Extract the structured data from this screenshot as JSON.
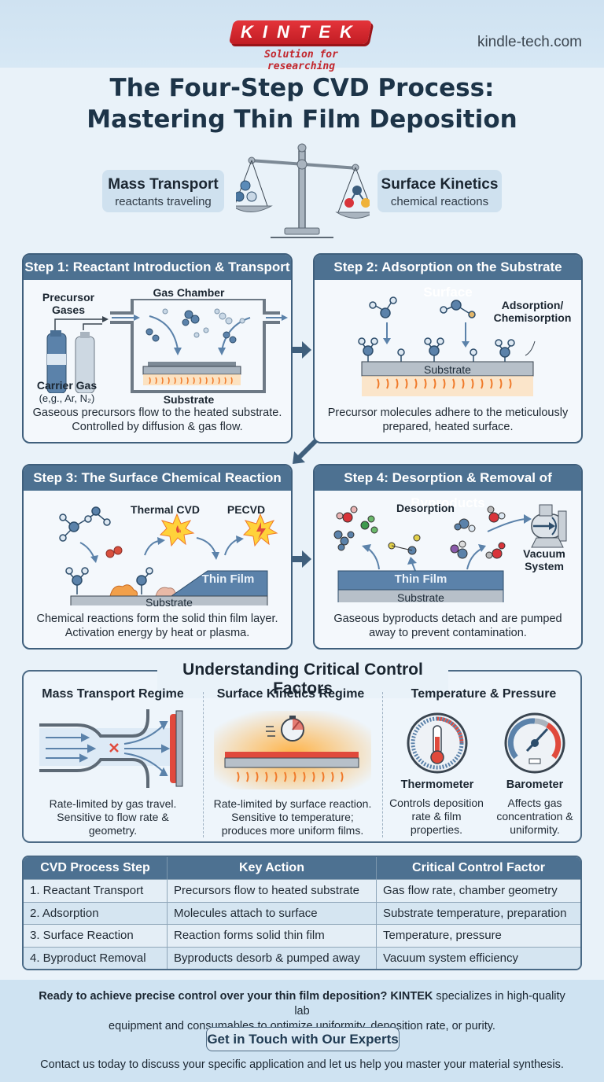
{
  "header": {
    "brand": "KINTEK",
    "tagline": "Solution for researching",
    "website": "kindle-tech.com",
    "brand_color": "#d12a30"
  },
  "title": {
    "line1": "The Four-Step CVD Process:",
    "line2": "Mastering Thin Film Deposition"
  },
  "balance": {
    "left": {
      "heading": "Mass Transport",
      "sub": "reactants traveling"
    },
    "right": {
      "heading": "Surface Kinetics",
      "sub": "chemical reactions"
    }
  },
  "steps": [
    {
      "title": "Step 1: Reactant Introduction & Transport",
      "labels": {
        "precursor": "Precursor Gases",
        "chamber": "Gas Chamber",
        "carrier": "Carrier Gas",
        "carrier_sub": "(e,g., Ar, N₂)",
        "substrate": "Substrate"
      },
      "caption_1": "Gaseous precursors flow to the heated substrate.",
      "caption_2": "Controlled by diffusion & gas flow."
    },
    {
      "title": "Step 2: Adsorption on the Substrate Surface",
      "labels": {
        "adsorption": "Adsorption/",
        "chemisorption": "Chemisorption",
        "substrate": "Substrate"
      },
      "caption_1": "Precursor molecules adhere to the meticulously",
      "caption_2": "prepared, heated surface."
    },
    {
      "title": "Step 3: The Surface Chemical Reaction",
      "labels": {
        "thermal": "Thermal CVD",
        "pecvd": "PECVD",
        "film": "Thin Film",
        "substrate": "Substrate"
      },
      "caption_1": "Chemical reactions form the solid thin film layer.",
      "caption_2": "Activation energy by heat or plasma."
    },
    {
      "title": "Step 4: Desorption & Removal of Byproducts",
      "labels": {
        "desorption": "Desorption",
        "vacuum": "Vacuum",
        "system": "System",
        "film": "Thin Film",
        "substrate": "Substrate"
      },
      "caption_1": "Gaseous byproducts detach and are pumped",
      "caption_2": "away to prevent contamination."
    }
  ],
  "factors": {
    "title": "Understanding Critical Control Factors",
    "columns": [
      {
        "heading": "Mass Transport Regime",
        "text_1": "Rate-limited by gas travel.",
        "text_2": "Sensitive to flow rate &",
        "text_3": "geometry."
      },
      {
        "heading": "Surface Kinetics Regime",
        "text_1": "Rate-limited by surface reaction.",
        "text_2": "Sensitive to temperature;",
        "text_3": "produces more uniform films."
      },
      {
        "heading": "Temperature & Pressure"
      }
    ],
    "gauges": [
      {
        "name": "Thermometer",
        "text_1": "Controls deposition",
        "text_2": "rate & film",
        "text_3": "properties."
      },
      {
        "name": "Barometer",
        "text_1": "Affects gas",
        "text_2": "concentration &",
        "text_3": "uniformity."
      }
    ]
  },
  "table": {
    "headers": [
      "CVD Process Step",
      "Key Action",
      "Critical Control Factor"
    ],
    "rows": [
      [
        "1. Reactant Transport",
        "Precursors flow to heated substrate",
        "Gas flow rate, chamber geometry"
      ],
      [
        "2. Adsorption",
        "Molecules attach to surface",
        "Substrate temperature, preparation"
      ],
      [
        "3. Surface Reaction",
        "Reaction forms solid thin film",
        "Temperature, pressure"
      ],
      [
        "4. Byproduct Removal",
        "Byproducts desorb & pumped away",
        "Vacuum system efficiency"
      ]
    ]
  },
  "footer": {
    "lead_bold": "Ready to achieve precise control over your thin film deposition?",
    "brand_bold": "KINTEK",
    "lead_rest": " specializes in high-quality lab",
    "line2": "equipment and consumables to optimize uniformity, deposition rate, or purity.",
    "cta": "Get in Touch with Our Experts",
    "closing": "Contact us today to discuss your specific application and let us help you master your material synthesis."
  },
  "colors": {
    "header_blue": "#4d7191",
    "heat_orange": "#f07a2a",
    "accent_red": "#e04a3c",
    "background": "#e9f2f9"
  }
}
